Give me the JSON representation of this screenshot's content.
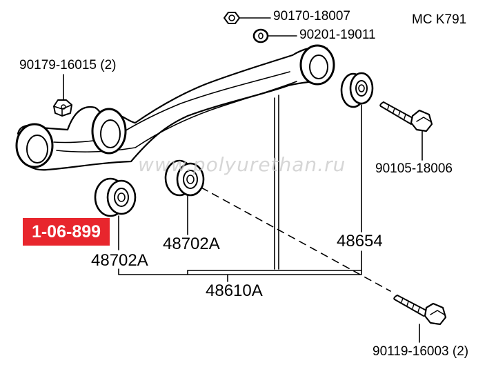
{
  "diagram": {
    "code": "MC K791",
    "watermark": "www.polyurethan.ru",
    "highlight": {
      "part_number": "1-06-899",
      "color": "#e8262d"
    },
    "labels": {
      "nut": "90170-18007",
      "washer": "90201-19011",
      "top_left_nut": "90179-16015 (2)",
      "bolt_right": "90105-18006",
      "bolt_bottom": "90119-16003 (2)",
      "bushing_front_left": "48702A",
      "bushing_front_mid": "48702A",
      "bushing_rear": "48654",
      "arm_assembly": "48610A"
    }
  }
}
